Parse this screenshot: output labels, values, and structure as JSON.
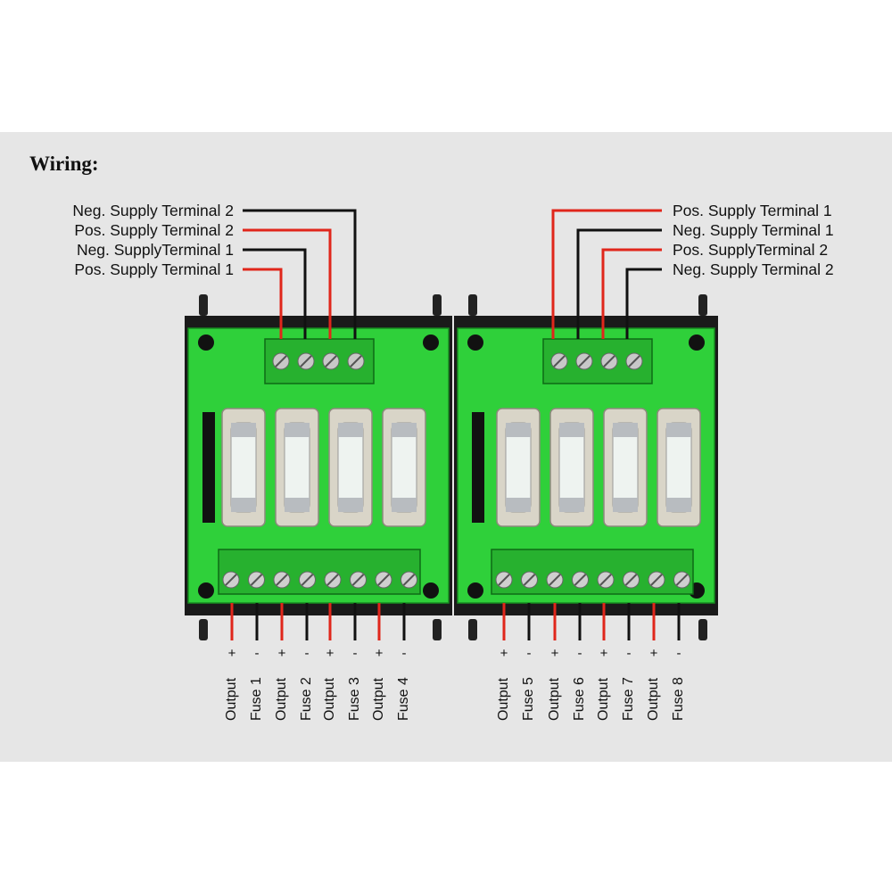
{
  "title": "Wiring:",
  "left_supply_labels": [
    {
      "text": "Neg. Supply Terminal 2",
      "wire": "black"
    },
    {
      "text": "Pos. Supply Terminal 2",
      "wire": "red"
    },
    {
      "text": "Neg. SupplyTerminal 1",
      "wire": "black"
    },
    {
      "text": "Pos. Supply Terminal 1",
      "wire": "red"
    }
  ],
  "right_supply_labels": [
    {
      "text": "Pos. Supply Terminal 1",
      "wire": "red"
    },
    {
      "text": "Neg. Supply Terminal 1",
      "wire": "black"
    },
    {
      "text": "Pos. SupplyTerminal 2",
      "wire": "red"
    },
    {
      "text": "Neg. Supply Terminal 2",
      "wire": "black"
    }
  ],
  "outputs": [
    {
      "label": "Output",
      "fuse": "Fuse 1"
    },
    {
      "label": "Output",
      "fuse": "Fuse 2"
    },
    {
      "label": "Output",
      "fuse": "Fuse 3"
    },
    {
      "label": "Output",
      "fuse": "Fuse 4"
    },
    {
      "label": "Output",
      "fuse": "Fuse 5"
    },
    {
      "label": "Output",
      "fuse": "Fuse 6"
    },
    {
      "label": "Output",
      "fuse": "Fuse 7"
    },
    {
      "label": "Output",
      "fuse": "Fuse 8"
    }
  ],
  "polarity": {
    "pos": "+",
    "neg": "-"
  },
  "colors": {
    "pcb": "#2fd03a",
    "wire_pos": "#e0261b",
    "wire_neg": "#111111",
    "terminal": "#27b12f"
  }
}
